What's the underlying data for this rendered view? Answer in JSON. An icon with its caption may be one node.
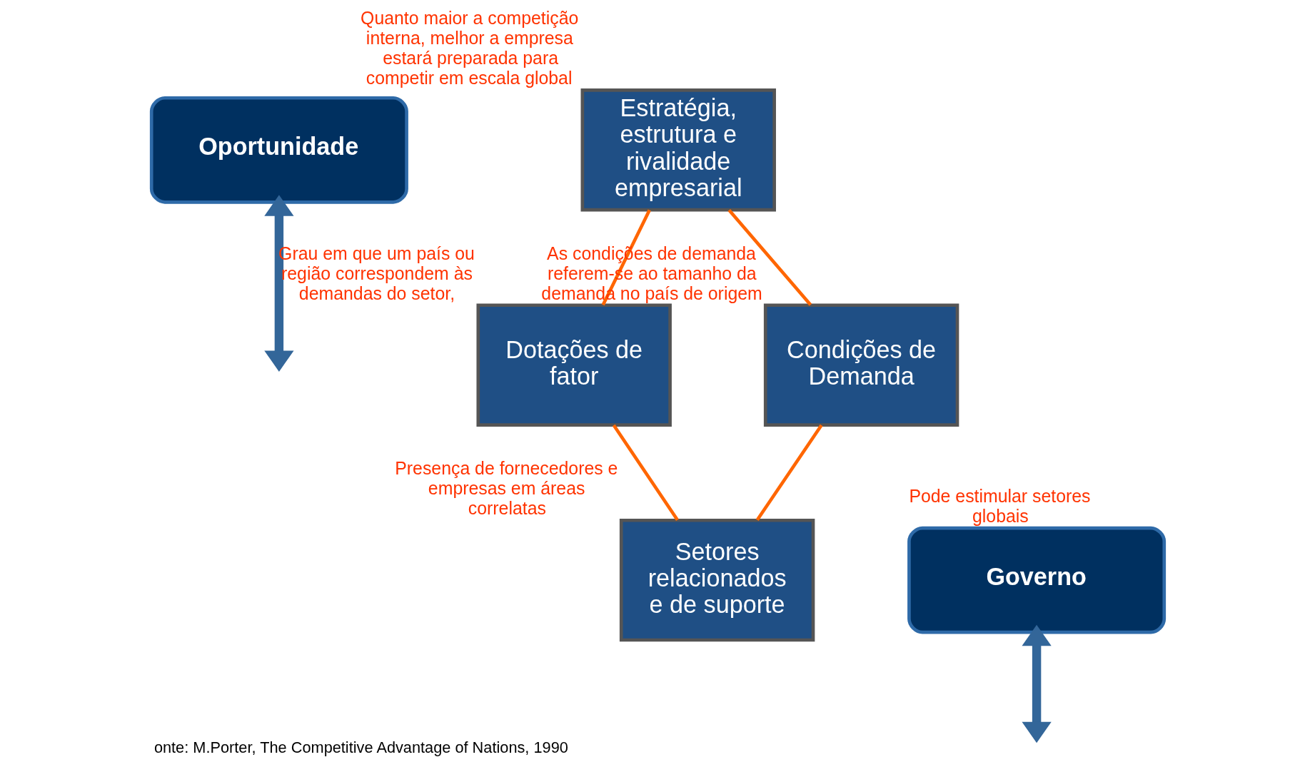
{
  "diagram": {
    "caption": "onte: M.Porter, The Competitive Advantage of Nations, 1990",
    "nodes": [
      {
        "text": [
          "Oportunidade"
        ]
      },
      {
        "text": [
          "Estratégia, estrutura e rivalidade empresarial"
        ],
        "beside": [
          "Quanto maior a competição interna, melhor a empresa estará preparada para competir em escala global"
        ]
      },
      {
        "text": [
          "Dotações de fator"
        ],
        "beside": [
          "Grau em que um país ou região correspondem às demandas do setor,"
        ]
      },
      {
        "text": [
          "Condições de Demanda"
        ],
        "beside": [
          "As condições de demanda referem-se ao tamanho da demanda no país de origem"
        ]
      },
      {
        "text": [
          "Setores relacionados e de suporte"
        ],
        "beside": [
          "Presença de fornecedores e empresas em áreas correlatas"
        ]
      },
      {
        "text": [
          "Governo"
        ],
        "beside": [
          "Pode estimular setores globais"
        ]
      }
    ],
    "edges": [
      {
        "from": 1,
        "to": 3,
        "arrow": "none",
        "color": "#ff6600"
      },
      {
        "from": 3,
        "to": 4,
        "arrow": "none",
        "color": "#ff6600"
      },
      {
        "from": 2,
        "to": 4,
        "arrow": "none",
        "color": "#ff6600"
      },
      {
        "from": 1,
        "to": 2,
        "arrow": "none",
        "color": "#ff6600"
      },
      {
        "from": 0,
        "to": null,
        "arrow": "both",
        "style": "thick",
        "color": "#336699"
      },
      {
        "from": 5,
        "to": null,
        "arrow": "both",
        "style": "thick",
        "color": "#336699"
      }
    ]
  }
}
